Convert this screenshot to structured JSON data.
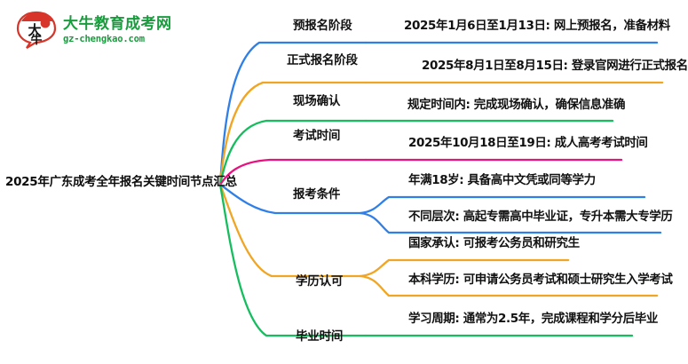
{
  "logo": {
    "name": "大牛教育成考网",
    "domain": "gz-chengkao.com",
    "mark_text": "大牛",
    "brand_green": "#1a9c3e",
    "brand_red": "#d8352a"
  },
  "mindmap": {
    "root": "2025年广东成考全年报名关键时间节点汇总",
    "branches": [
      {
        "label": "预报名阶段",
        "color": "#2f7fe8",
        "children": [
          "2025年1月6日至1月13日: 网上预报名，准备材料"
        ]
      },
      {
        "label": "正式报名阶段",
        "color": "#f0a524",
        "children": [
          "2025年8月1日至8月15日: 登录官网进行正式报名"
        ]
      },
      {
        "label": "现场确认",
        "color": "#16bd5e",
        "children": [
          "规定时间内: 完成现场确认，确保信息准确"
        ]
      },
      {
        "label": "考试时间",
        "color": "#e8117f",
        "children": [
          "2025年10月18日至19日: 成人高考考试时间"
        ]
      },
      {
        "label": "报考条件",
        "color": "#2f7fe8",
        "children": [
          "年满18岁: 具备高中文凭或同等学力",
          "不同层次: 高起专需高中毕业证，专升本需大专学历"
        ]
      },
      {
        "label": "学历认可",
        "color": "#f0a524",
        "children": [
          "国家承认: 可报考公务员和研究生",
          "本科学历: 可申请公务员考试和硕士研究生入学考试"
        ]
      },
      {
        "label": "毕业时间",
        "color": "#16bd5e",
        "children": [
          "学习周期: 通常为2.5年，完成课程和学分后毕业"
        ]
      }
    ]
  }
}
